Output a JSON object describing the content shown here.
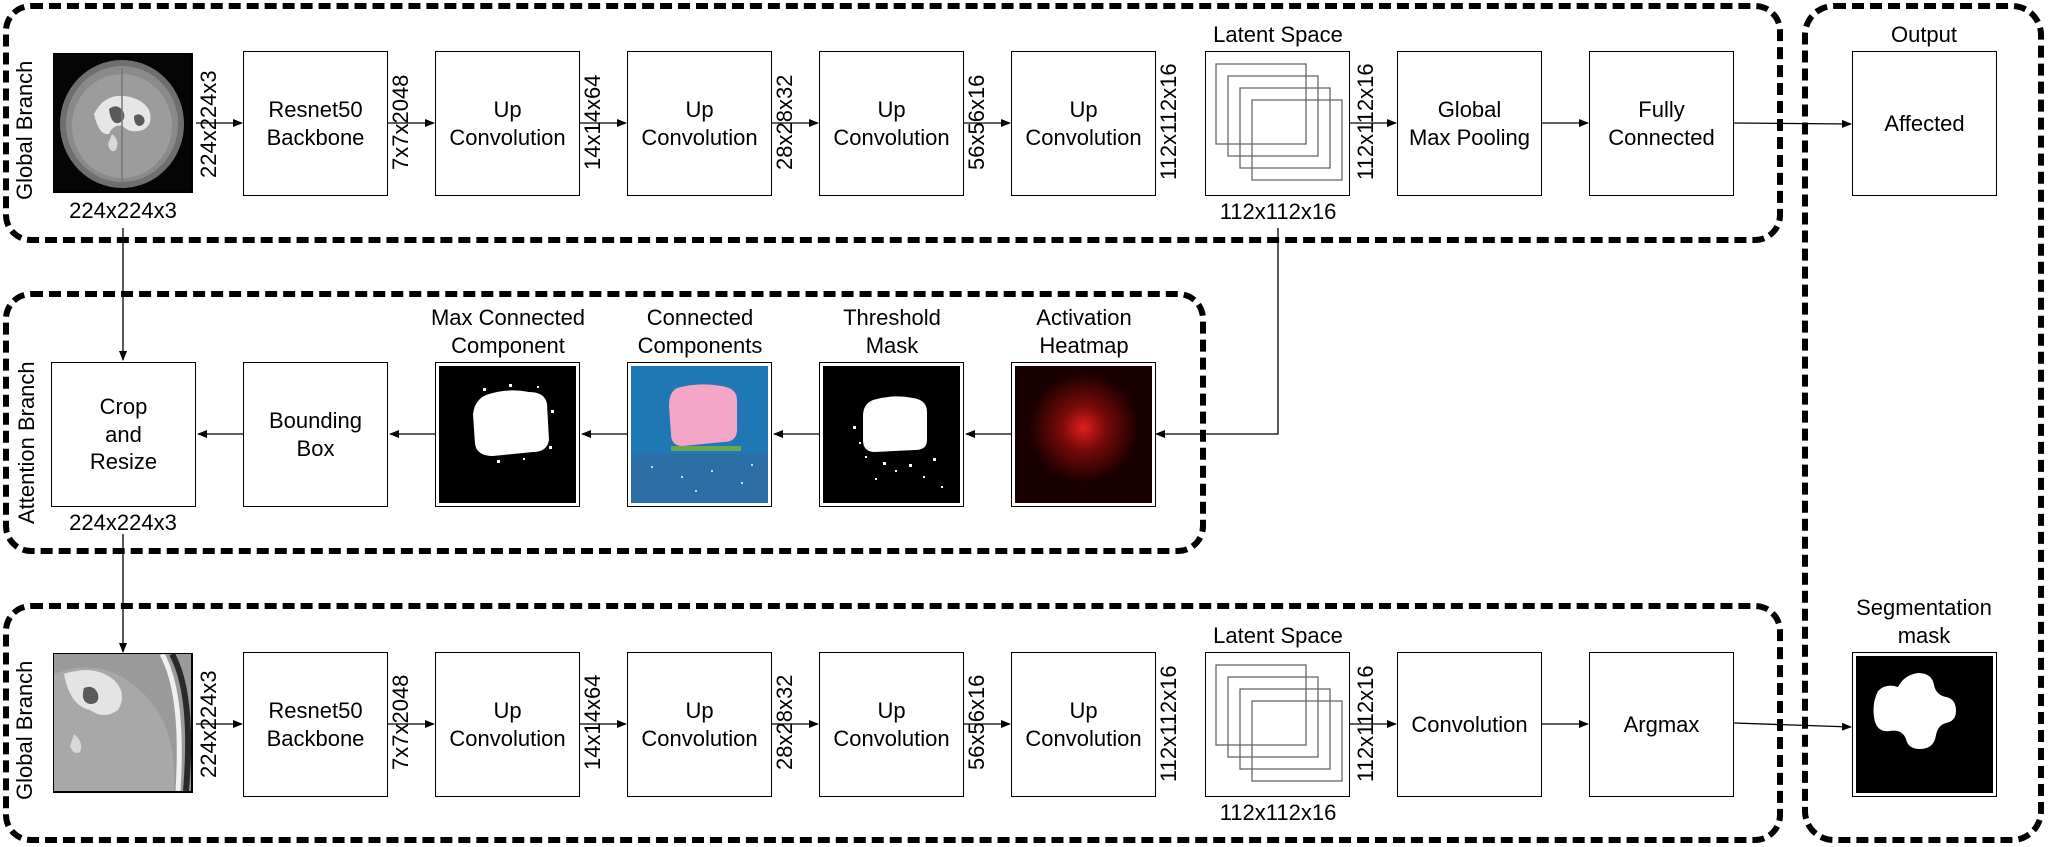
{
  "global_branch_top": {
    "label": "Global Branch",
    "input_size": "224x224x3",
    "edge_labels": [
      "224x224x3",
      "7x7x2048",
      "14x14x64",
      "28x28x32",
      "56x56x16",
      "112x112x16",
      "112x112x16"
    ],
    "backbone": "Resnet50\nBackbone",
    "up_conv": [
      "Up\nConvolution",
      "Up\nConvolution",
      "Up\nConvolution",
      "Up\nConvolution"
    ],
    "latent_title": "Latent Space",
    "latent_size": "112x112x16",
    "pooling": "Global\nMax Pooling",
    "fc": "Fully\nConnected"
  },
  "output": {
    "title": "Output",
    "affected": "Affected",
    "seg_title": "Segmentation\nmask"
  },
  "attention_branch": {
    "label": "Attention Branch",
    "crop": "Crop\nand\nResize",
    "crop_size": "224x224x3",
    "bbox": "Bounding\nBox",
    "max_cc": "Max Connected\nComponent",
    "cc": "Connected\nComponents",
    "threshold": "Threshold\nMask",
    "heatmap": "Activation\nHeatmap"
  },
  "global_branch_bottom": {
    "label": "Global Branch",
    "edge_labels": [
      "224x224x3",
      "7x7x2048",
      "14x14x64",
      "28x28x32",
      "56x56x16",
      "112x112x16",
      "112x112x16"
    ],
    "backbone": "Resnet50\nBackbone",
    "up_conv": [
      "Up\nConvolution",
      "Up\nConvolution",
      "Up\nConvolution",
      "Up\nConvolution"
    ],
    "latent_title": "Latent Space",
    "latent_size": "112x112x16",
    "conv": "Convolution",
    "argmax": "Argmax"
  },
  "colors": {
    "cc_background": "#1f78b4",
    "cc_blob": "#f4a6c8",
    "heatmap_bg": "#1a0000",
    "heatmap_hot": "#d21414"
  }
}
